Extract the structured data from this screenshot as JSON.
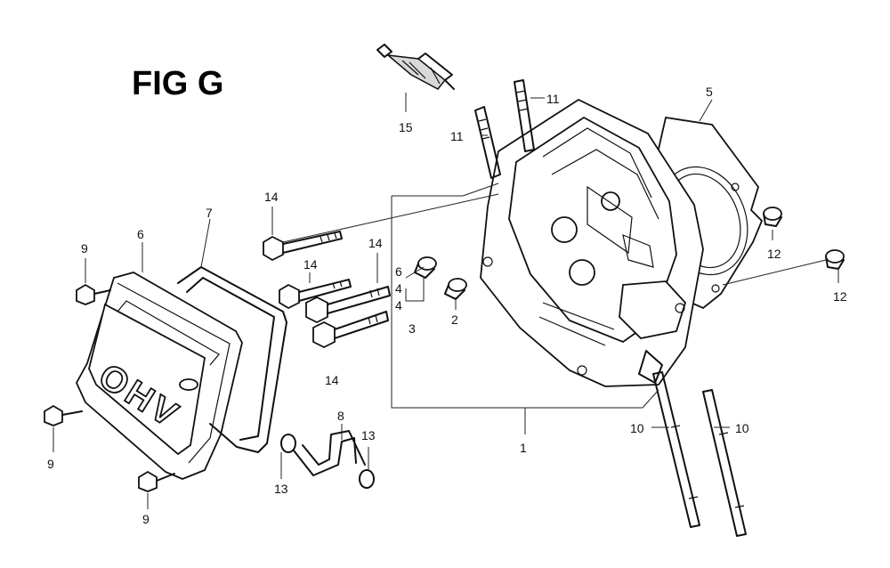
{
  "figure": {
    "title": "FIG G",
    "cover_logo_text": "OHV"
  },
  "callouts": [
    {
      "id": "c1",
      "text": "1"
    },
    {
      "id": "c2",
      "text": "2"
    },
    {
      "id": "c3",
      "text": "3"
    },
    {
      "id": "c4a",
      "text": "4"
    },
    {
      "id": "c4b",
      "text": "4"
    },
    {
      "id": "c5",
      "text": "5"
    },
    {
      "id": "c6a",
      "text": "6"
    },
    {
      "id": "c6b",
      "text": "6"
    },
    {
      "id": "c7",
      "text": "7"
    },
    {
      "id": "c8",
      "text": "8"
    },
    {
      "id": "c9a",
      "text": "9"
    },
    {
      "id": "c9b",
      "text": "9"
    },
    {
      "id": "c9c",
      "text": "9"
    },
    {
      "id": "c10a",
      "text": "10"
    },
    {
      "id": "c10b",
      "text": "10"
    },
    {
      "id": "c11a",
      "text": "11"
    },
    {
      "id": "c11b",
      "text": "11"
    },
    {
      "id": "c12a",
      "text": "12"
    },
    {
      "id": "c12b",
      "text": "12"
    },
    {
      "id": "c13a",
      "text": "13"
    },
    {
      "id": "c13b",
      "text": "13"
    },
    {
      "id": "c14a",
      "text": "14"
    },
    {
      "id": "c14b",
      "text": "14"
    },
    {
      "id": "c14c",
      "text": "14"
    },
    {
      "id": "c14d",
      "text": "14"
    },
    {
      "id": "c15",
      "text": "15"
    }
  ]
}
